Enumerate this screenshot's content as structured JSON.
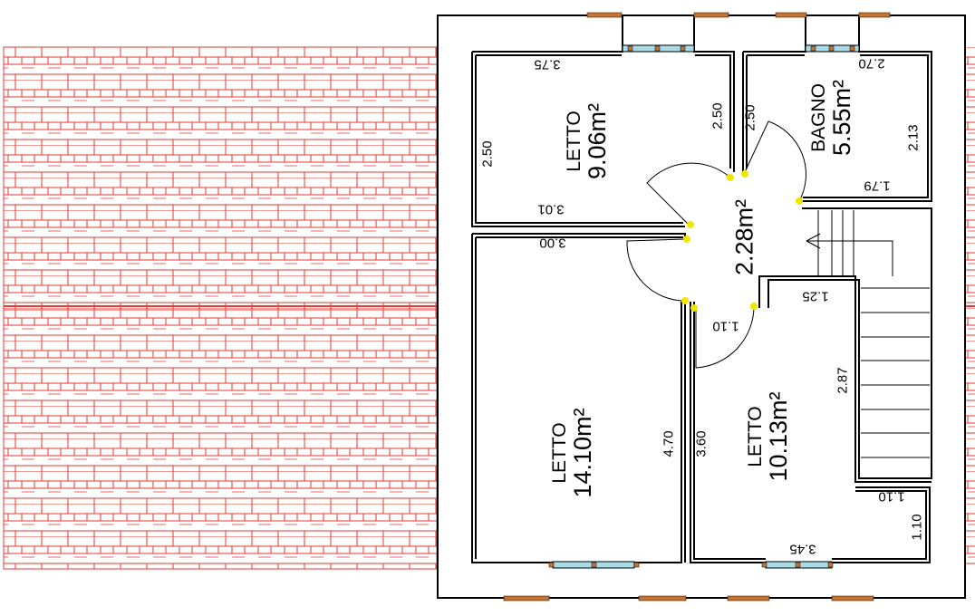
{
  "rooms": {
    "letto_top": {
      "name": "LETTO",
      "area": "9.06m²"
    },
    "bagno": {
      "name": "BAGNO",
      "area": "5.55m²"
    },
    "corridor": {
      "area": "2.28m²"
    },
    "letto_bottom_left": {
      "name": "LETTO",
      "area": "14.10m²"
    },
    "letto_bottom_right": {
      "name": "LETTO",
      "area": "10.13m²"
    }
  },
  "dimensions": {
    "d_375": "3.75",
    "d_250_left": "2.50",
    "d_301": "3.01",
    "d_250_mid_a": "2.50",
    "d_250_mid_b": "2.50",
    "d_270": "2.70",
    "d_213": "2.13",
    "d_179": "1.79",
    "d_300": "3.00",
    "d_125": "1.25",
    "d_110_door": "1.10",
    "d_287": "2.87",
    "d_470": "4.70",
    "d_360": "3.60",
    "d_110_right": "1.10",
    "d_110_vertical": "1.10",
    "d_345": "3.45"
  },
  "colors": {
    "roof": "#e53935",
    "wall": "#000000",
    "window_frame": "#c87533",
    "window_glass": "#a8dce8",
    "hinge": "#f2e600"
  }
}
